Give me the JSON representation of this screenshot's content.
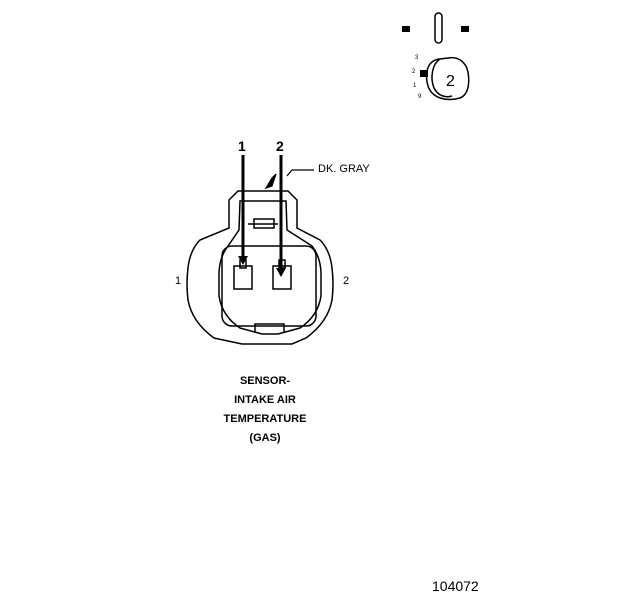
{
  "connector": {
    "pin_labels_top": [
      "1",
      "2"
    ],
    "side_labels": [
      "1",
      "2"
    ],
    "wire_color": "DK. GRAY"
  },
  "caption": {
    "lines": [
      "SENSOR-",
      "INTAKE AIR",
      "TEMPERATURE",
      "(GAS)"
    ]
  },
  "locator": {
    "cavity_numbers": [
      "3",
      "2",
      "1",
      "9"
    ],
    "connector_number": "2"
  },
  "figure_id": "104072"
}
